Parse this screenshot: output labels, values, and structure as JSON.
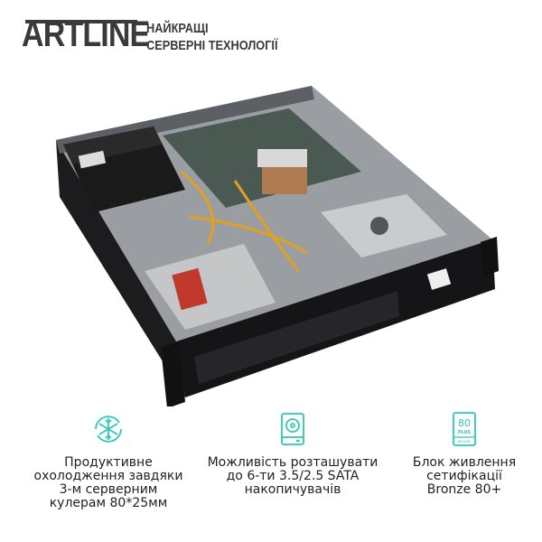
{
  "brand": {
    "logo": "ARTLINE",
    "slogan_line1": "НАЙКРАЩІ",
    "slogan_line2": "СЕРВЕРНІ ТЕХНОЛОГІЇ"
  },
  "accent_color": "#2fc8b8",
  "features": [
    {
      "icon": "snowflake-cooling-icon",
      "lines": [
        "Продуктивне",
        "охолодження завдяки",
        "3-м серверним",
        "кулерам 80*25мм"
      ]
    },
    {
      "icon": "hard-drive-icon",
      "lines": [
        "Можливість розташувати",
        "до 6-ти 3.5/2.5 SATA",
        "накопичувачів"
      ]
    },
    {
      "icon": "80-plus-bronze-icon",
      "lines": [
        "Блок живлення",
        "сетифікації",
        "Bronze 80+"
      ],
      "badge": [
        "80",
        "PLUS",
        "BRONZE"
      ]
    }
  ]
}
